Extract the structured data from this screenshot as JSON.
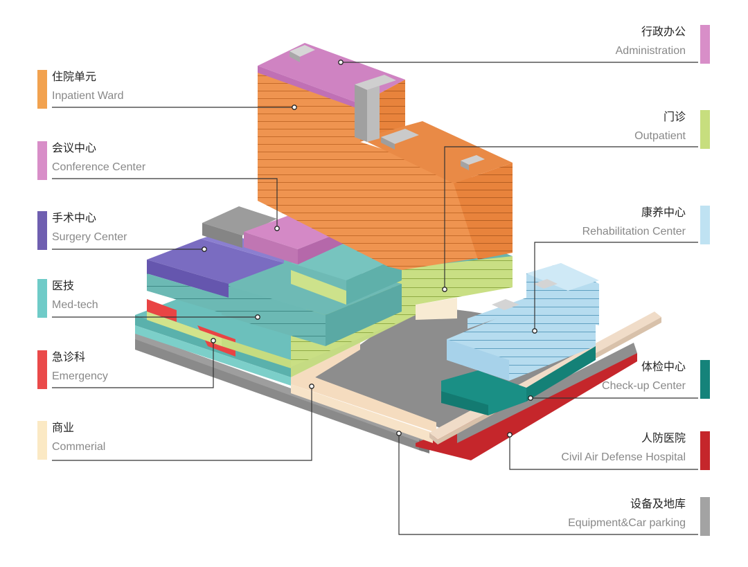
{
  "legend_left": [
    {
      "id": "inpatient",
      "cn": "住院单元",
      "en": "Inpatient Ward",
      "color": "#f2a24f"
    },
    {
      "id": "conference",
      "cn": "会议中心",
      "en": "Conference Center",
      "color": "#d88ec8"
    },
    {
      "id": "surgery",
      "cn": "手术中心",
      "en": "Surgery Center",
      "color": "#6f5fb0"
    },
    {
      "id": "medtech",
      "cn": "医技",
      "en": "Med-tech",
      "color": "#6fcbc8"
    },
    {
      "id": "emergency",
      "cn": "急诊科",
      "en": "Emergency",
      "color": "#ea4a4a"
    },
    {
      "id": "commercial",
      "cn": "商业",
      "en": "Commerial",
      "color": "#fbe9c4"
    }
  ],
  "legend_right": [
    {
      "id": "administration",
      "cn": "行政办公",
      "en": "Administration",
      "color": "#d88ec8"
    },
    {
      "id": "outpatient",
      "cn": "门诊",
      "en": "Outpatient",
      "color": "#c7de7e"
    },
    {
      "id": "rehabilitation",
      "cn": "康养中心",
      "en": "Rehabilitation Center",
      "color": "#bfe2f2"
    },
    {
      "id": "checkup",
      "cn": "体检中心",
      "en": "Check-up Center",
      "color": "#15837a"
    },
    {
      "id": "civil",
      "cn": "人防医院",
      "en": "Civil Air Defense Hospital",
      "color": "#c5262b"
    },
    {
      "id": "equipment",
      "cn": "设备及地库",
      "en": "Equipment&Car parking",
      "color": "#a3a3a3"
    }
  ]
}
